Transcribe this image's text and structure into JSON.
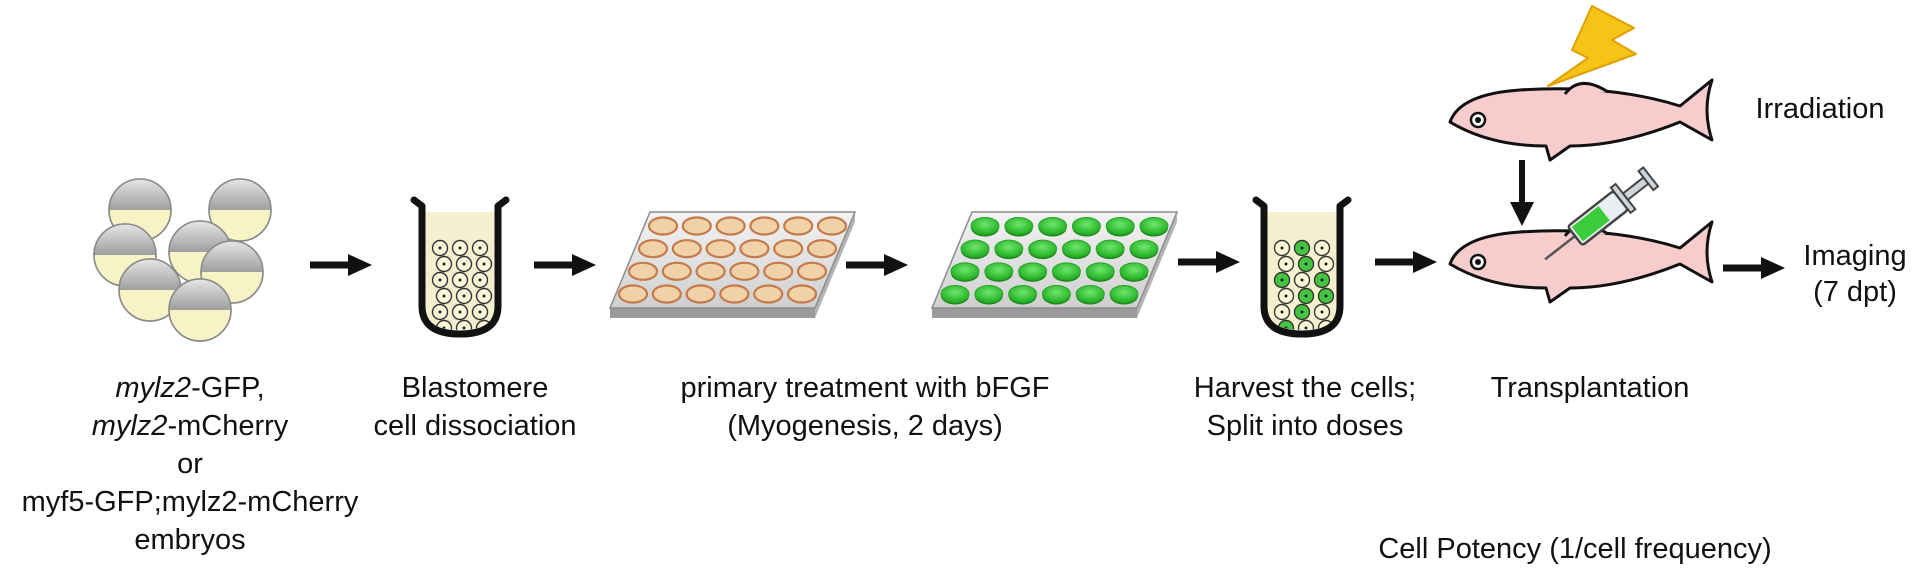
{
  "labels": {
    "embryos_line1_italic": "mylz2",
    "embryos_line1_rest": "-GFP,",
    "embryos_line2_italic": "mylz2",
    "embryos_line2_rest": "-mCherry",
    "embryos_line3": "or",
    "embryos_line4": "myf5-GFP;mylz2-mCherry",
    "embryos_line5": "embryos",
    "blastomere_line1": "Blastomere",
    "blastomere_line2": "cell dissociation",
    "treatment_line1": "primary treatment with bFGF",
    "treatment_line2": "(Myogenesis, 2 days)",
    "harvest_line1": "Harvest the cells;",
    "harvest_line2": "Split into doses",
    "transplantation": "Transplantation",
    "irradiation": "Irradiation",
    "imaging_line1": "Imaging",
    "imaging_line2": "(7 dpt)",
    "potency": "Cell Potency (1/cell frequency)"
  },
  "colors": {
    "yolk": "#f7f3c6",
    "grey_cap": "#bdbdbd",
    "well_tan": "#f1d2a8",
    "well_rim": "#c57a4a",
    "well_green": "#3bcc3b",
    "fish_pink": "#f7cccc",
    "bolt_yellow": "#f6c417",
    "arrow": "#111111"
  },
  "icons": [
    "embryo-cluster-icon",
    "tube-icon",
    "plate-icon",
    "fish-icon",
    "lightning-icon",
    "syringe-icon",
    "arrow-icon"
  ]
}
